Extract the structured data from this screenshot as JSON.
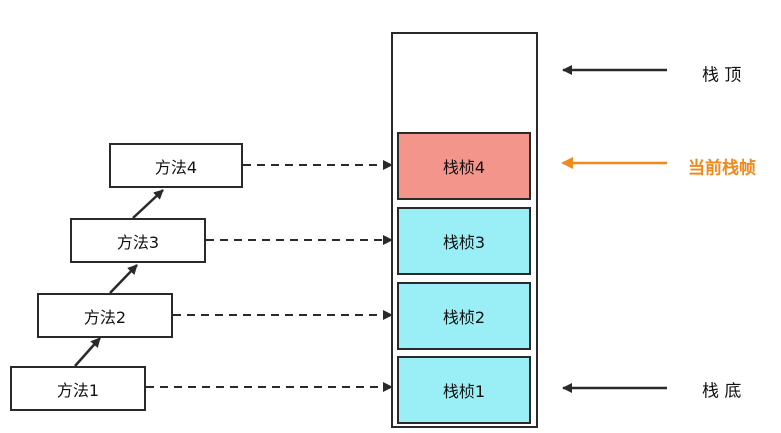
{
  "methods": [
    {
      "label": "方法1"
    },
    {
      "label": "方法2"
    },
    {
      "label": "方法3"
    },
    {
      "label": "方法4"
    }
  ],
  "frames": [
    {
      "label": "栈桢1",
      "color": "#9aeef5"
    },
    {
      "label": "栈桢2",
      "color": "#9aeef5"
    },
    {
      "label": "栈桢3",
      "color": "#9aeef5"
    },
    {
      "label": "栈桢4",
      "color": "#f3958b"
    }
  ],
  "labels": {
    "top": "栈 顶",
    "current": "当前栈帧",
    "bottom": "栈 底"
  },
  "colors": {
    "current_accent": "#f08a1c",
    "line": "#2a2a2a"
  }
}
